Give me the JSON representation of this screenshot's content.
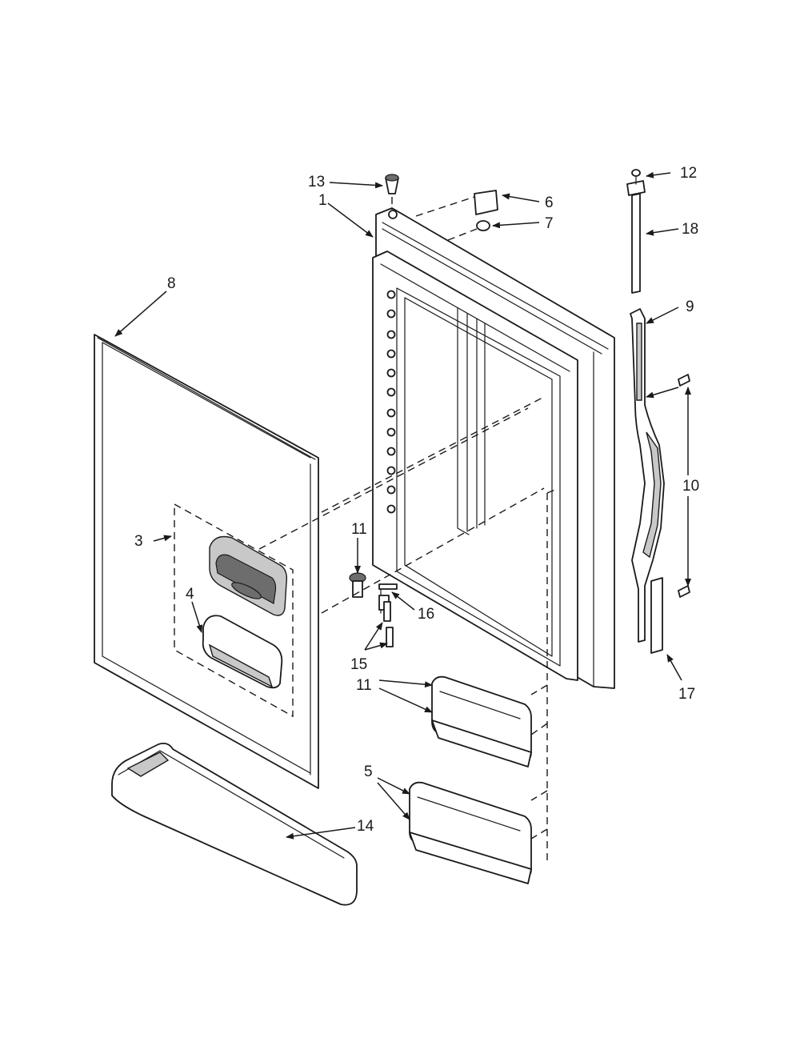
{
  "parts": [
    {
      "id": "p1",
      "label": "1"
    },
    {
      "id": "p3",
      "label": "3"
    },
    {
      "id": "p4",
      "label": "4"
    },
    {
      "id": "p5",
      "label": "5"
    },
    {
      "id": "p6",
      "label": "6"
    },
    {
      "id": "p7",
      "label": "7"
    },
    {
      "id": "p8",
      "label": "8"
    },
    {
      "id": "p9",
      "label": "9"
    },
    {
      "id": "p10",
      "label": "10"
    },
    {
      "id": "p11a",
      "label": "11"
    },
    {
      "id": "p11b",
      "label": "11"
    },
    {
      "id": "p12",
      "label": "12"
    },
    {
      "id": "p13",
      "label": "13"
    },
    {
      "id": "p14",
      "label": "14"
    },
    {
      "id": "p15",
      "label": "15"
    },
    {
      "id": "p16",
      "label": "16"
    },
    {
      "id": "p17",
      "label": "17"
    },
    {
      "id": "p18",
      "label": "18"
    }
  ]
}
